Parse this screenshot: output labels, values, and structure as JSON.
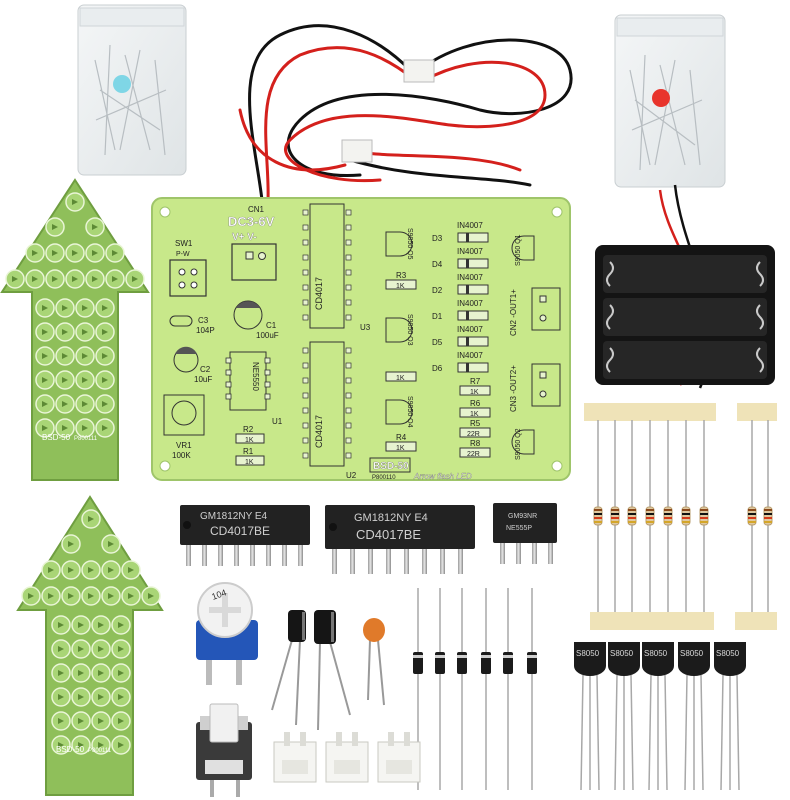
{
  "colors": {
    "pcb": "#c8e88a",
    "pcb_dark": "#7fb04a",
    "arrow_pcb": "#8fbf5a",
    "ic_body": "#222222",
    "wire_red": "#d4201c",
    "wire_black": "#111111",
    "led_blue": "#7fd6e6",
    "led_red": "#e8342c",
    "tape": "#efe3b8"
  },
  "main_board": {
    "connector_label": "CN1",
    "power_label": "DC3-6V",
    "power_pins": "V+  V-",
    "switch_label": "SW1",
    "switch_sub": "P-W",
    "cap3_label": "C3",
    "cap3_value": "104P",
    "cap1_label": "C1",
    "cap1_value": "100uF",
    "cap2_label": "C2",
    "cap2_value": "10uF",
    "timer_label": "NE5550",
    "u1_label": "U1",
    "pot_label": "VR1",
    "pot_value": "100K",
    "r2_label": "R2",
    "r2_value": "1K",
    "r1_label": "R1",
    "r1_value": "1K",
    "ic_top_label": "CD4017",
    "ic_bottom_label": "CD4017",
    "u3_label": "U3",
    "u2_label": "U2",
    "r3_label": "R3",
    "r3_value": "1K",
    "r4_label": "R4",
    "r4_value": "1K",
    "q5_label": "S9050 Q5",
    "q3_label": "S9050 Q3",
    "q4_label": "S9050 Q4",
    "diodes": [
      {
        "type": "IN4007",
        "ref": "D3"
      },
      {
        "type": "IN4007",
        "ref": "D4"
      },
      {
        "type": "IN4007",
        "ref": "D2"
      },
      {
        "type": "IN4007",
        "ref": "D1"
      },
      {
        "type": "IN4007",
        "ref": "D5"
      },
      {
        "type": "IN4007",
        "ref": "D6"
      }
    ],
    "right_resistors": [
      {
        "ref": "R7",
        "value": "1K"
      },
      {
        "ref": "R6",
        "value": "1K"
      },
      {
        "ref": "R5",
        "value": "22R"
      },
      {
        "ref": "R8",
        "value": "22R"
      }
    ],
    "q1_label": "S9050 Q1",
    "q2_label": "S9050 Q2",
    "out1_label": "CN2 -OUT1+",
    "out2_label": "CN3 -OUT2+",
    "board_name": "BSD-50",
    "board_code": "P800110",
    "board_title": "Arrow flash LED"
  },
  "arrow_boards": [
    {
      "name": "BSD-50",
      "code": "P800111"
    },
    {
      "name": "BSD-50",
      "code": "P800111"
    }
  ],
  "chips": {
    "left": {
      "line1": "GM1812NY  E4",
      "line2": "CD4017BE"
    },
    "middle": {
      "line1": "GM1812NY  E4",
      "line2": "CD4017BE"
    },
    "right": {
      "line1": "GM93NR",
      "line2": "NE555P"
    }
  },
  "potentiometer_code": "104",
  "transistors": [
    "S8050",
    "S8050",
    "S8050",
    "S8050",
    "S8050"
  ]
}
